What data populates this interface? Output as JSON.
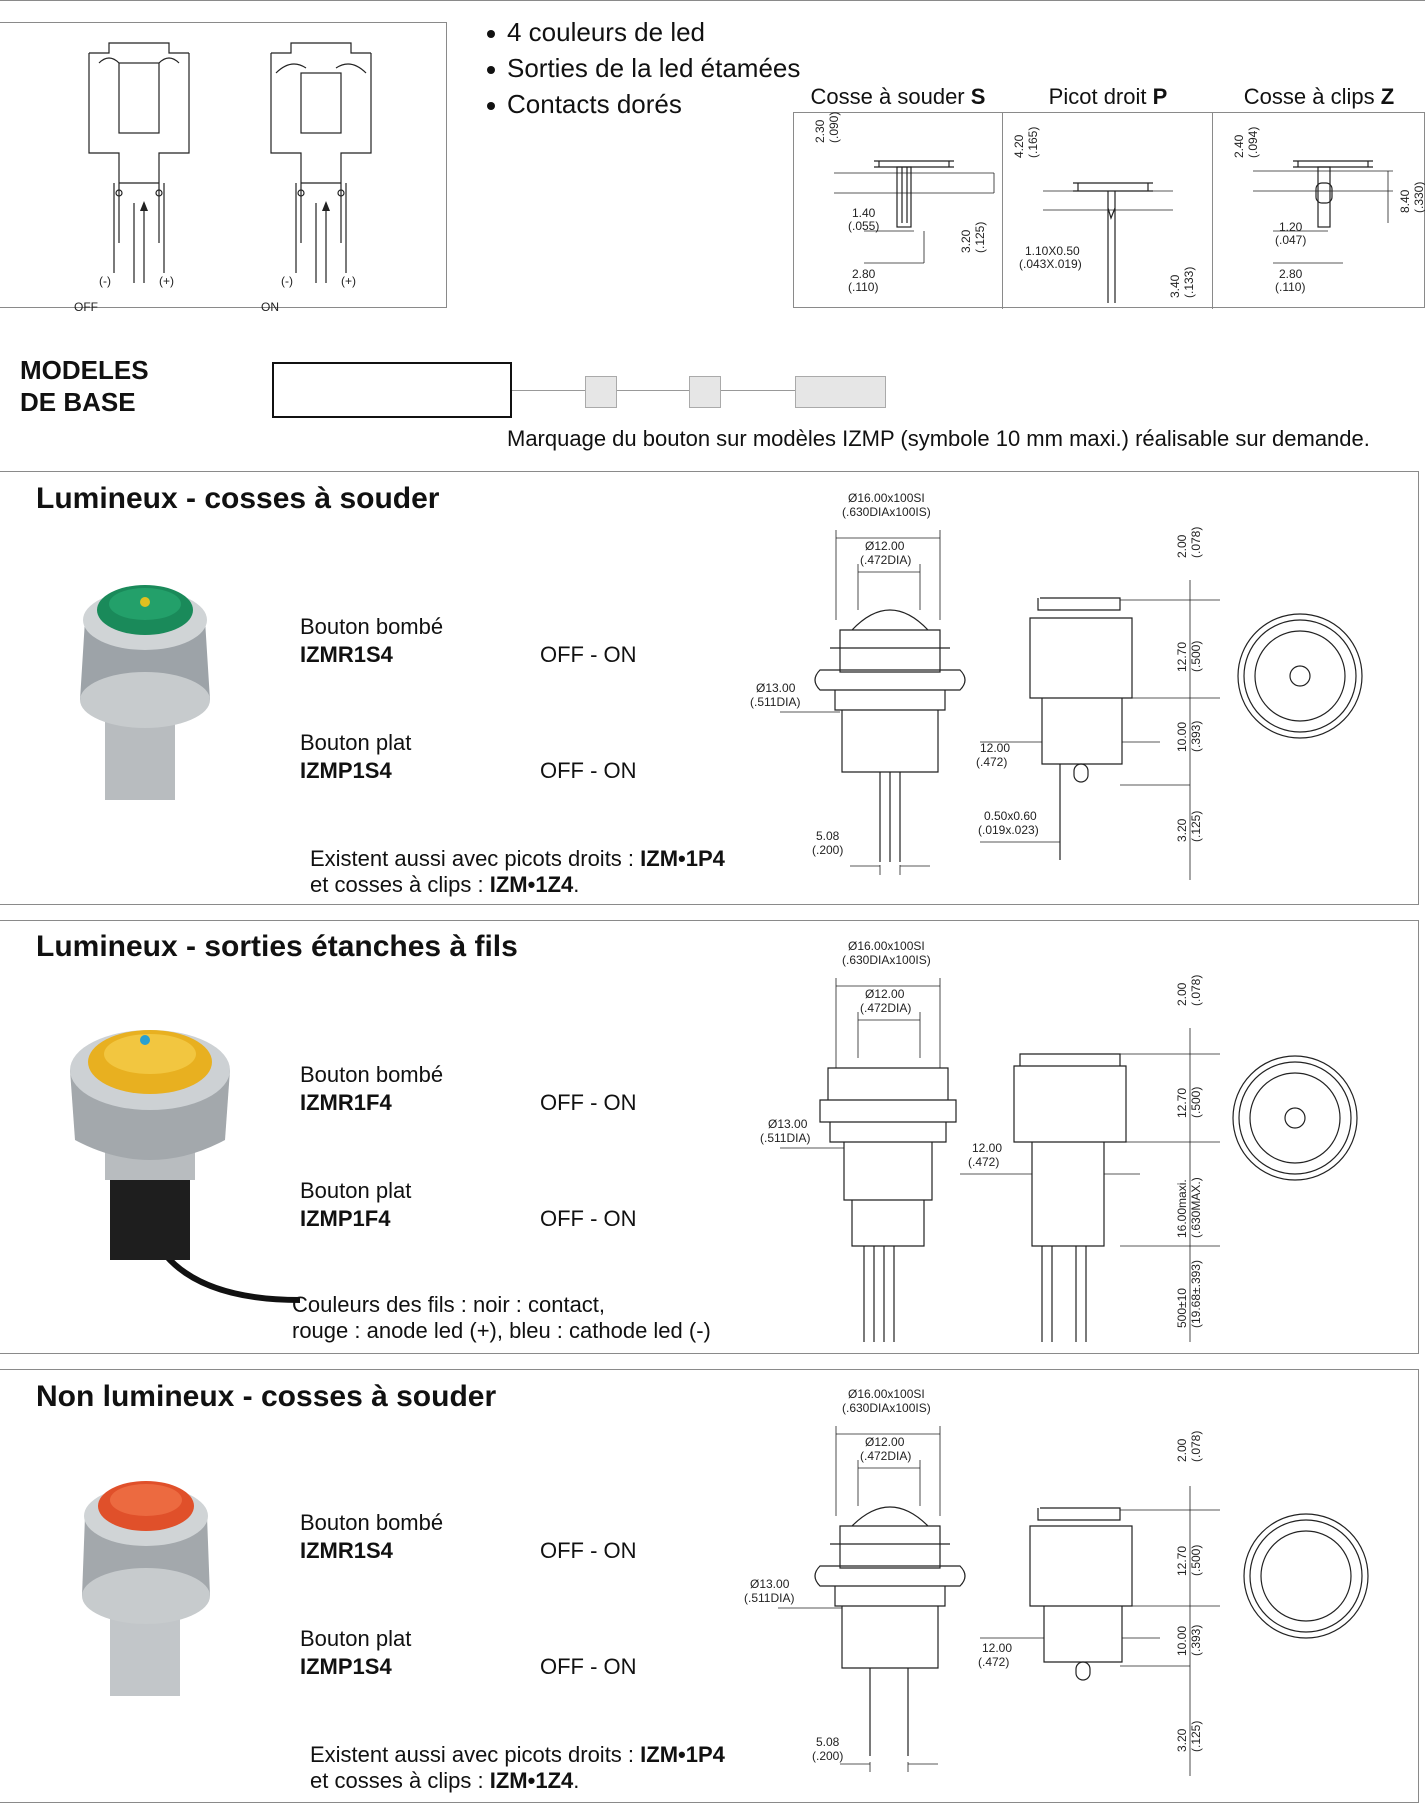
{
  "features": [
    "4 couleurs de led",
    "Sorties de la led étamées",
    "Contacts dorés"
  ],
  "schematic": {
    "off_label": "OFF",
    "on_label": "ON",
    "minus": "(-)",
    "plus": "(+)"
  },
  "terminals": [
    {
      "name": "Cosse à souder",
      "letter": "S",
      "dims": [
        "2.30",
        "(.090)",
        "1.40",
        "(.055)",
        "2.80",
        "(.110)",
        "3.20",
        "(.125)"
      ]
    },
    {
      "name": "Picot droit",
      "letter": "P",
      "dims": [
        "4.20",
        "(.165)",
        "1.10X0.50",
        "(.043X.019)",
        "3.40",
        "(.133)"
      ]
    },
    {
      "name": "Cosse à clips",
      "letter": "Z",
      "dims": [
        "2.40",
        "(.094)",
        "1.20",
        "(.047)",
        "2.80",
        "(.110)",
        "8.40",
        "(.330)"
      ]
    }
  ],
  "modeles": {
    "title_line1": "MODELES",
    "title_line2": "DE BASE",
    "marking_note": "Marquage du bouton sur modèles IZMP (symbole 10 mm maxi.) réalisable sur demande."
  },
  "sections": [
    {
      "title": "Lumineux - cosses à souder",
      "button_color": "#1a8a5a",
      "items": [
        {
          "label": "Bouton bombé",
          "code": "IZMR1S4",
          "state": "OFF - ON"
        },
        {
          "label": "Bouton plat",
          "code": "IZMP1S4",
          "state": "OFF - ON"
        }
      ],
      "note1_prefix": "Existent aussi avec picots droits : ",
      "note1_code": "IZM•1P4",
      "note2_prefix": "et cosses à clips : ",
      "note2_code": "IZM•1Z4",
      "note2_suffix": ".",
      "dims": {
        "d1": "Ø16.00x100SI",
        "d1b": "(.630DIAx100IS)",
        "d2": "Ø12.00",
        "d2b": "(.472DIA)",
        "d3": "Ø13.00",
        "d3b": "(.511DIA)",
        "d4": "5.08",
        "d4b": "(.200)",
        "d5": "12.00",
        "d5b": "(.472)",
        "d6": "0.50x0.60",
        "d6b": "(.019x.023)",
        "v1": "2.00",
        "v1b": "(.078)",
        "v2": "12.70",
        "v2b": "(.500)",
        "v3": "10.00",
        "v3b": "(.393)",
        "v4": "3.20",
        "v4b": "(.125)"
      }
    },
    {
      "title": "Lumineux - sorties étanches à fils",
      "button_color": "#e8b020",
      "items": [
        {
          "label": "Bouton bombé",
          "code": "IZMR1F4",
          "state": "OFF - ON"
        },
        {
          "label": "Bouton plat",
          "code": "IZMP1F4",
          "state": "OFF - ON"
        }
      ],
      "note1_prefix": "Couleurs des fils : noir : contact,",
      "note2_prefix": "rouge : anode led (+), bleu : cathode led (-)",
      "dims": {
        "d1": "Ø16.00x100SI",
        "d1b": "(.630DIAx100IS)",
        "d2": "Ø12.00",
        "d2b": "(.472DIA)",
        "d3": "Ø13.00",
        "d3b": "(.511DIA)",
        "d5": "12.00",
        "d5b": "(.472)",
        "v1": "2.00",
        "v1b": "(.078)",
        "v2": "12.70",
        "v2b": "(.500)",
        "v3": "16.00maxi.",
        "v3b": "(.630MAX.)",
        "v4": "500±10",
        "v4b": "(19.68±.393)"
      }
    },
    {
      "title": "Non lumineux - cosses à souder",
      "button_color": "#e0502a",
      "items": [
        {
          "label": "Bouton bombé",
          "code": "IZMR1S4",
          "state": "OFF - ON"
        },
        {
          "label": "Bouton plat",
          "code": "IZMP1S4",
          "state": "OFF - ON"
        }
      ],
      "note1_prefix": "Existent aussi avec picots droits : ",
      "note1_code": "IZM•1P4",
      "note2_prefix": "et cosses à clips : ",
      "note2_code": "IZM•1Z4",
      "note2_suffix": ".",
      "dims": {
        "d1": "Ø16.00x100SI",
        "d1b": "(.630DIAx100IS)",
        "d2": "Ø12.00",
        "d2b": "(.472DIA)",
        "d3": "Ø13.00",
        "d3b": "(.511DIA)",
        "d4": "5.08",
        "d4b": "(.200)",
        "d5": "12.00",
        "d5b": "(.472)",
        "v1": "2.00",
        "v1b": "(.078)",
        "v2": "12.70",
        "v2b": "(.500)",
        "v3": "10.00",
        "v3b": "(.393)",
        "v4": "3.20",
        "v4b": "(.125)"
      }
    }
  ]
}
